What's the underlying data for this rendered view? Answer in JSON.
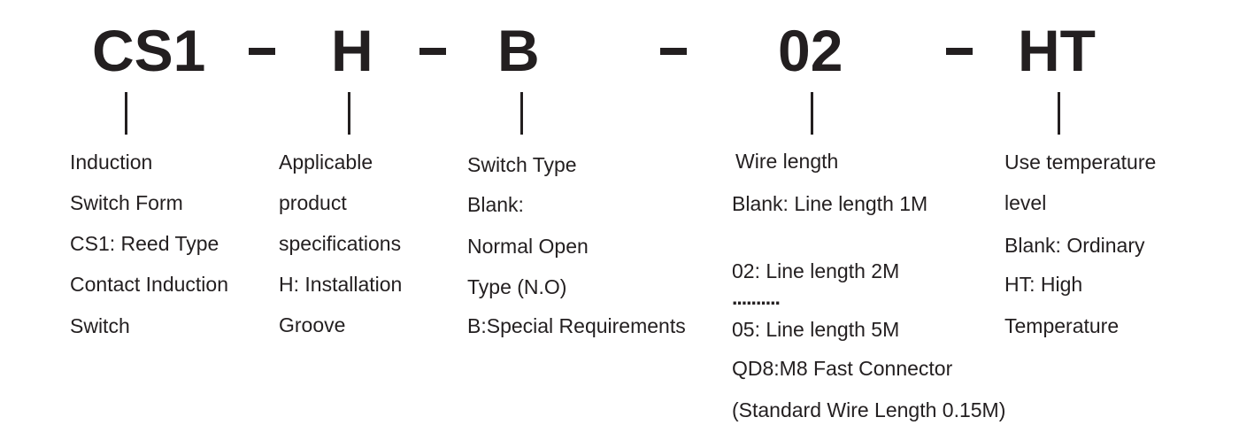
{
  "code_parts": {
    "series": "CS1",
    "spec": "H",
    "switch_type": "B",
    "wire_length": "02",
    "temperature": "HT"
  },
  "separator": "-",
  "columns": {
    "series": [
      "Induction",
      "Switch Form",
      "CS1: Reed Type",
      "Contact Induction",
      "Switch"
    ],
    "spec": [
      "Applicable",
      "product",
      "specifications",
      "H: Installation",
      "Groove"
    ],
    "switch_type": [
      "Switch Type",
      "Blank:",
      "Normal Open",
      "Type  (N.O)",
      "B:Special Requirements"
    ],
    "wire_length": [
      "Wire length",
      "Blank: Line length 1M",
      "02: Line length 2M",
      "..........",
      "05: Line length 5M",
      "QD8:M8 Fast Connector",
      "(Standard Wire Length 0.15M)"
    ],
    "temperature": [
      "Use temperature",
      "level",
      "Blank: Ordinary",
      "HT: High",
      "Temperature"
    ]
  },
  "colors": {
    "text": "#231f20",
    "background": "#ffffff"
  }
}
